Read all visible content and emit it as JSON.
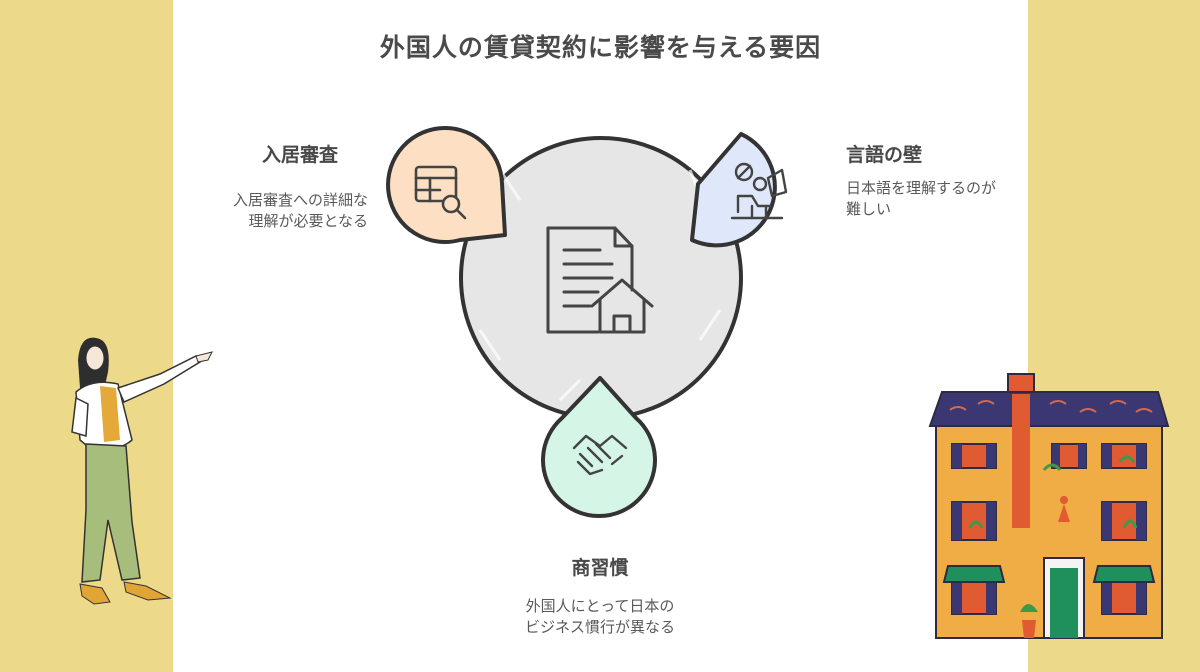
{
  "title": "外国人の賃貸契約に影響を与える要因",
  "factors": {
    "left": {
      "heading": "入居審査",
      "desc_line1": "入居審査への詳細な",
      "desc_line2": "理解が必要となる",
      "icon": "document-search-icon",
      "color": "#fde0c4"
    },
    "right": {
      "heading": "言語の壁",
      "desc_line1": "日本語を理解するのが",
      "desc_line2": "難しい",
      "icon": "language-barrier-icon",
      "color": "#dfe8fb"
    },
    "bottom": {
      "heading": "商習慣",
      "desc_line1": "外国人にとって日本の",
      "desc_line2": "ビジネス慣行が異なる",
      "icon": "handshake-icon",
      "color": "#d5f5e6"
    }
  },
  "center": {
    "icon": "rental-document-house-icon",
    "color": "#e6e6e6"
  },
  "colors": {
    "background": "#ecd98a",
    "panel": "#ffffff",
    "outline": "#333333"
  }
}
